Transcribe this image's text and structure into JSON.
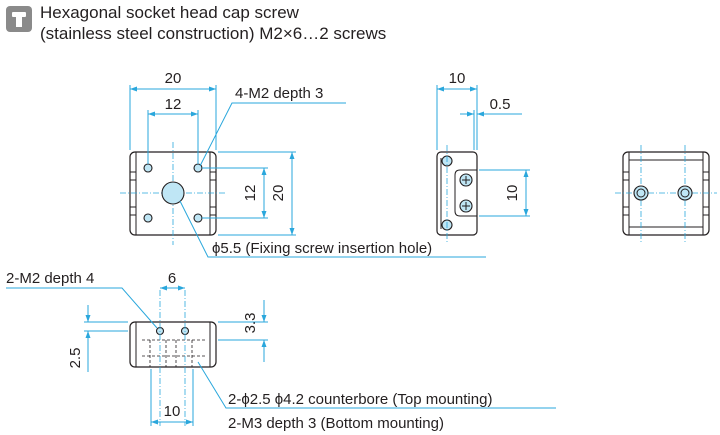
{
  "header": {
    "title_line1": "Hexagonal socket head cap screw",
    "title_line2": "(stainless steel construction) M2×6…2 screws",
    "icon": "screw-icon"
  },
  "front_view": {
    "dim_width_outer": "20",
    "dim_width_inner": "12",
    "dim_height_outer": "20",
    "dim_height_inner": "12",
    "tap_note": "4-M2 depth 3",
    "hole_note": "ϕ5.5 (Fixing screw insertion hole)"
  },
  "side_view": {
    "dim_thickness": "10",
    "dim_offset": "0.5",
    "dim_height": "10"
  },
  "bottom_view": {
    "tap_note": "2-M2 depth 4",
    "dim_pitch": "6",
    "dim_depth": "3.3",
    "dim_side": "2.5",
    "dim_width": "10",
    "counterbore_note": "2-ϕ2.5 ϕ4.2 counterbore (Top mounting)",
    "bottom_tap_note": "2-M3 depth 3 (Bottom mounting)"
  },
  "colors": {
    "dimension_line": "#2aa7dc",
    "outline": "#231f20",
    "hole_fill": "#bfe6f5",
    "icon_bg": "#8a8a8a"
  }
}
